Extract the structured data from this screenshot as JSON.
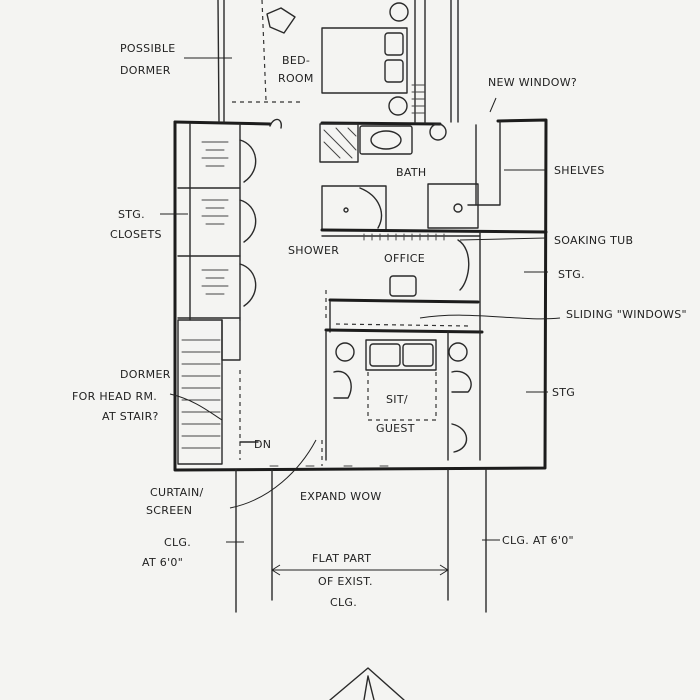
{
  "plan": {
    "rooms": {
      "bedroom": [
        "BED-",
        "ROOM"
      ],
      "bath": "BATH",
      "office": "OFFICE",
      "guest": [
        "SIT/",
        "GUEST"
      ]
    },
    "annotations": {
      "possible_dormer": [
        "POSSIBLE",
        "DORMER"
      ],
      "new_window": "NEW WINDOW?",
      "shelves": "SHELVES",
      "stg_closets": [
        "STG.",
        "CLOSETS"
      ],
      "shower": "SHOWER",
      "soaking_tub": "SOAKING TUB",
      "stg_1": "STG.",
      "sliding_windows": "SLIDING \"WINDOWS\"",
      "dormer_head": [
        "DORMER",
        "FOR HEAD RM.",
        "AT STAIR?"
      ],
      "stg_2": "STG",
      "dn": "DN",
      "curtain_screen": [
        "CURTAIN/",
        "SCREEN"
      ],
      "expand_wow": "EXPAND WOW",
      "clg_left": [
        "CLG.",
        "AT 6'0\""
      ],
      "clg_right": "CLG. AT 6'0\"",
      "flat_part": [
        "FLAT PART",
        "OF EXIST.",
        "CLG."
      ]
    }
  }
}
